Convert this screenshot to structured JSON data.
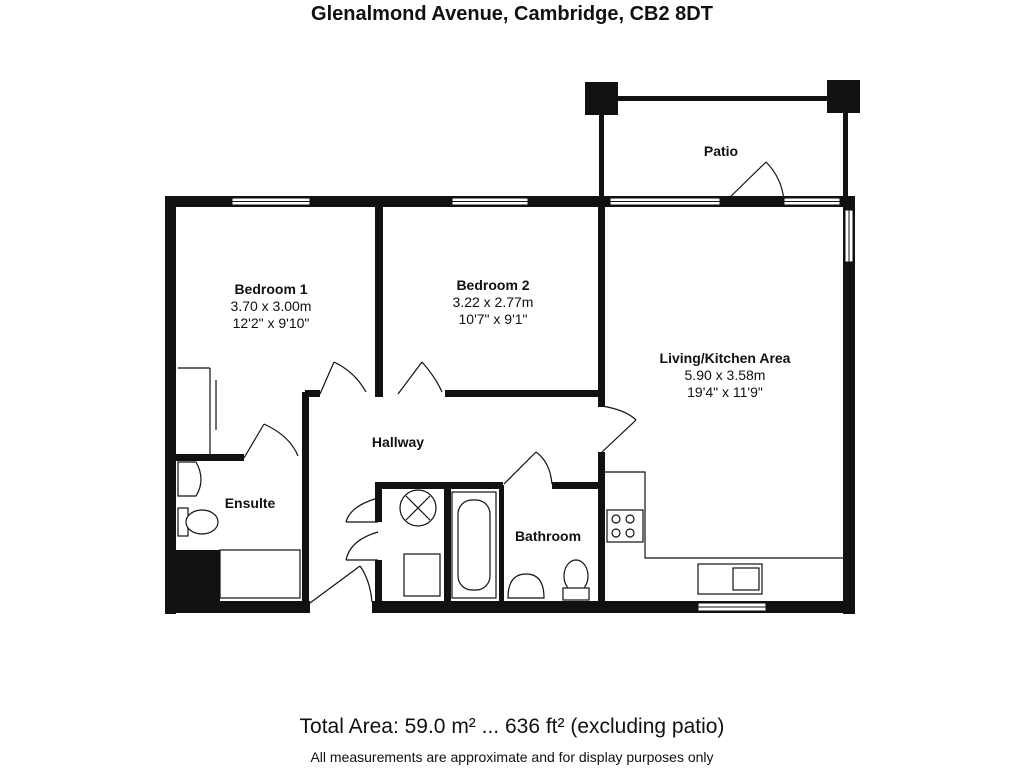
{
  "header": {
    "address": "Glenalmond Avenue, Cambridge, CB2 8DT"
  },
  "rooms": {
    "bedroom1": {
      "name": "Bedroom 1",
      "metric": "3.70 x 3.00m",
      "imperial": "12'2\" x 9'10\""
    },
    "bedroom2": {
      "name": "Bedroom 2",
      "metric": "3.22 x 2.77m",
      "imperial": "10'7\" x 9'1\""
    },
    "living": {
      "name": "Living/Kitchen Area",
      "metric": "5.90 x 3.58m",
      "imperial": "19'4\" x 11'9\""
    },
    "hallway": {
      "name": "Hallway"
    },
    "ensuite": {
      "name": "Ensulte"
    },
    "bathroom": {
      "name": "Bathroom"
    },
    "patio": {
      "name": "Patio"
    }
  },
  "footer": {
    "total_area": "Total Area: 59.0 m² ... 636 ft² (excluding patio)",
    "disclaimer": "All measurements are approximate and for display purposes only"
  },
  "colors": {
    "wall": "#111111",
    "window": "#ffffff",
    "background": "#ffffff"
  }
}
